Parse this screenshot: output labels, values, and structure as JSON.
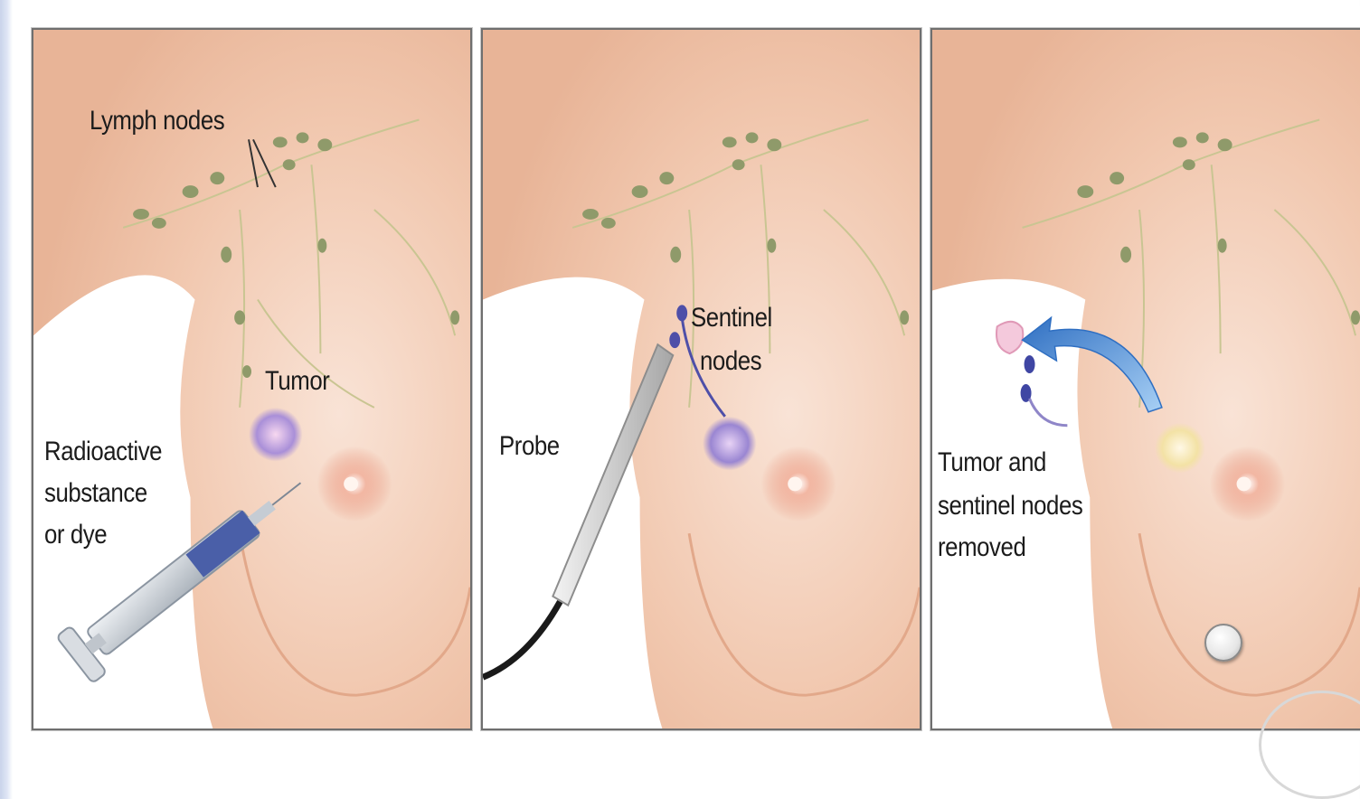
{
  "panels": [
    {
      "labels": {
        "lymph_nodes": "Lymph nodes",
        "tumor": "Tumor",
        "injection_line1": "Radioactive",
        "injection_line2": "substance",
        "injection_line3": "or dye"
      }
    },
    {
      "labels": {
        "probe": "Probe",
        "sentinel_line1": "Sentinel",
        "sentinel_line2": "nodes"
      }
    },
    {
      "labels": {
        "removed_line1": "Tumor and",
        "removed_line2": "sentinel nodes",
        "removed_line3": "removed"
      }
    }
  ],
  "colors": {
    "skin": "#f2cbb3",
    "skin_light": "#f9e6da",
    "lymph_node": "#8f9a6a",
    "tumor": "#b79bd6",
    "sentinel": "#4e4fa8",
    "arrow": "#4a8fd6"
  },
  "icons": {
    "nav": "nav-circle-icon"
  }
}
